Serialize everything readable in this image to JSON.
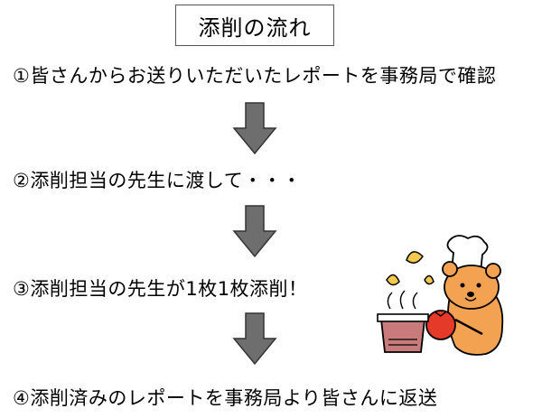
{
  "title": "添削の流れ",
  "steps": [
    {
      "number": "①",
      "text": "皆さんからお送りいただいたレポートを事務局で確認"
    },
    {
      "number": "②",
      "text": "添削担当の先生に渡して・・・"
    },
    {
      "number": "③",
      "text": "添削担当の先生が1枚1枚添削！"
    },
    {
      "number": "④",
      "text": "添削済みのレポートを事務局より皆さんに返送"
    }
  ],
  "colors": {
    "arrow": "#6e6e6e",
    "bear": "#f3a252",
    "tomato": "#e53a2a",
    "leaf": "#f2c94c",
    "pot": "#c97a7a"
  }
}
